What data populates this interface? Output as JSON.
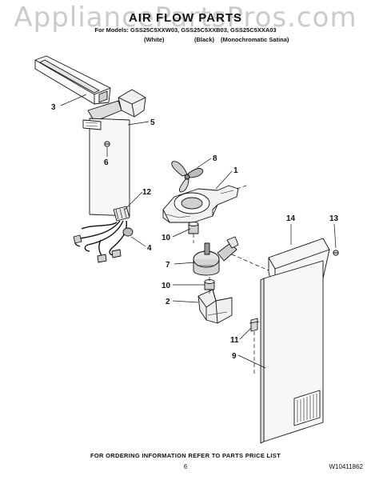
{
  "header": {
    "watermark": "AppliancePartsPros.com",
    "title": "AIR FLOW PARTS",
    "models": "For Models: GSS25C5XXW03, GSS25C5XXB03, GSS25C5XXA03",
    "color_white": "(White)",
    "color_black": "(Black)",
    "color_satina": "(Monochromatic Satina)"
  },
  "callouts": {
    "c1": "1",
    "c2": "2",
    "c3": "3",
    "c4": "4",
    "c5": "5",
    "c6": "6",
    "c7": "7",
    "c8": "8",
    "c9": "9",
    "c10a": "10",
    "c10b": "10",
    "c11": "11",
    "c12": "12",
    "c13": "13",
    "c14": "14"
  },
  "footer": {
    "ordering_info": "FOR ORDERING INFORMATION REFER TO PARTS PRICE LIST",
    "page_number": "6",
    "doc_number": "W10411862"
  }
}
